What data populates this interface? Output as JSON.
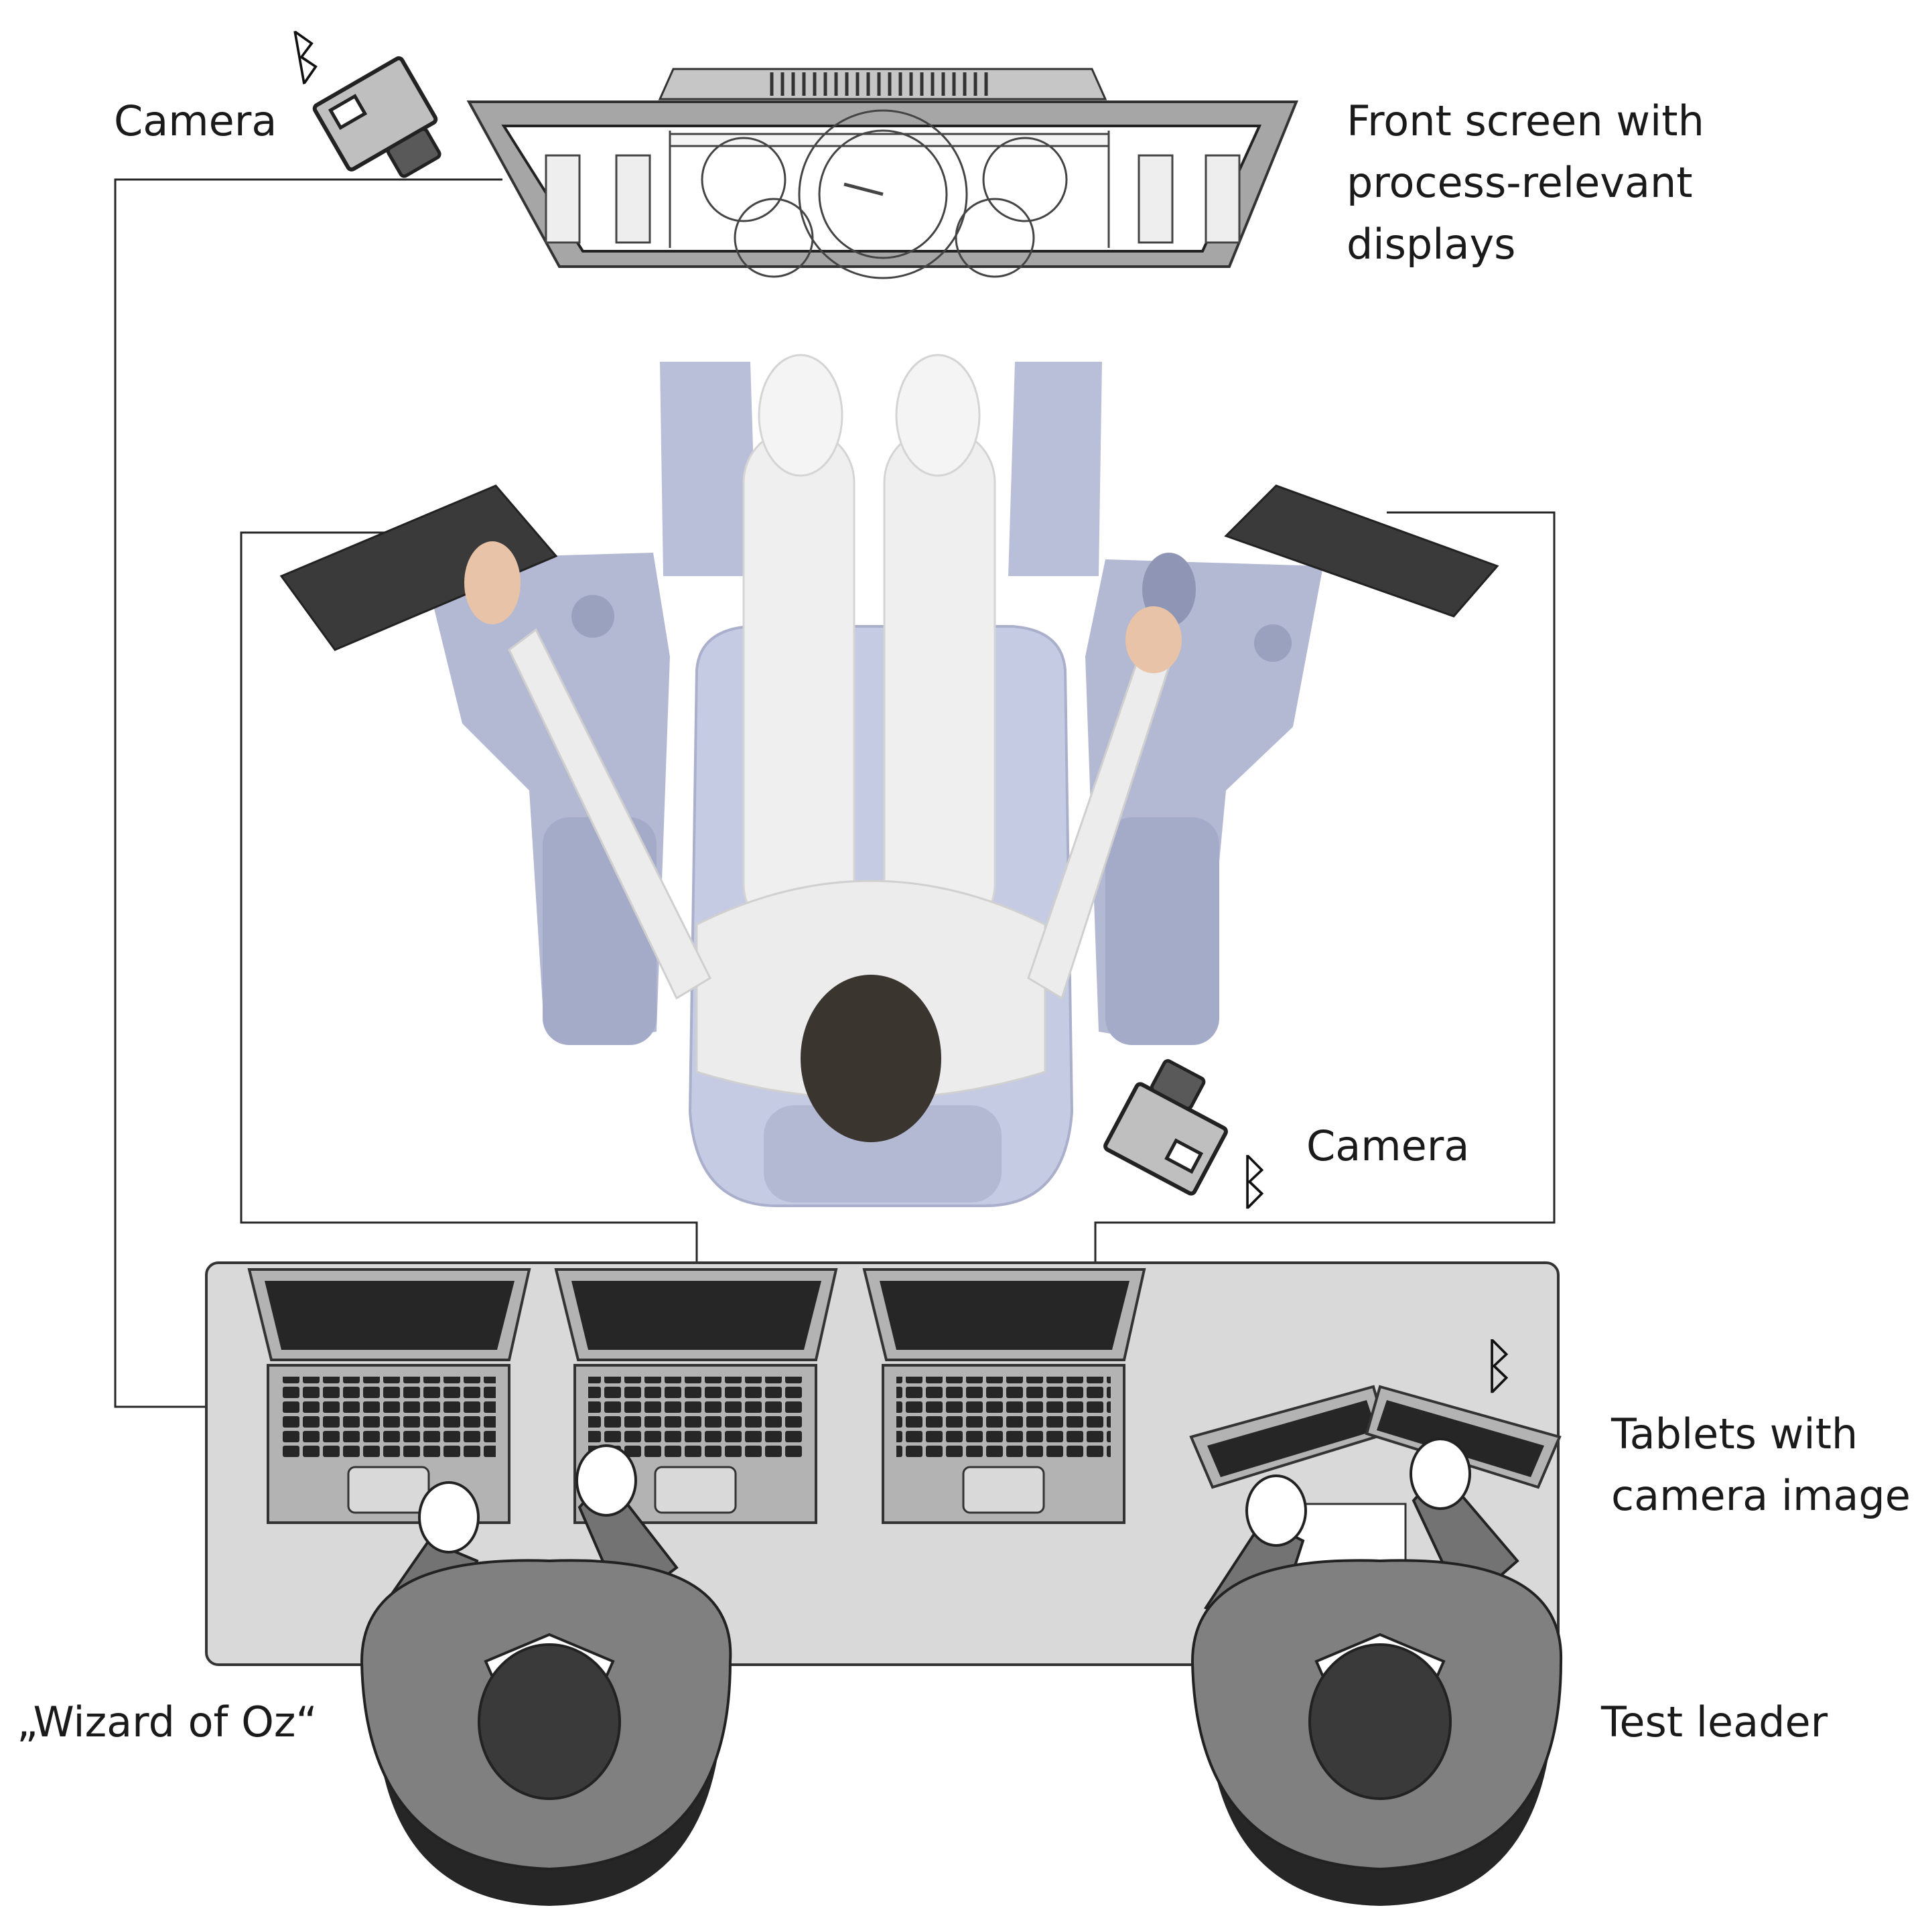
{
  "labels": {
    "camera_top": "Camera",
    "front_screen": "Front screen with\nprocess-relevant\ndisplays",
    "camera_right": "Camera",
    "tablets": "Tablets with\ncamera image",
    "wizard": "„Wizard of Oz“",
    "test_leader": "Test leader"
  },
  "icons": {
    "bluetooth": "ᛒ"
  },
  "colors": {
    "seat_frame": "#b9bfd8",
    "seat_cushion": "#c5cbe3",
    "desk": "#d9d9d9",
    "laptop_screen": "#262626",
    "laptop_body": "#b3b3b3",
    "person_body": "#737373",
    "person_head": "#333333",
    "suit": "#efefef",
    "line": "#262626"
  }
}
